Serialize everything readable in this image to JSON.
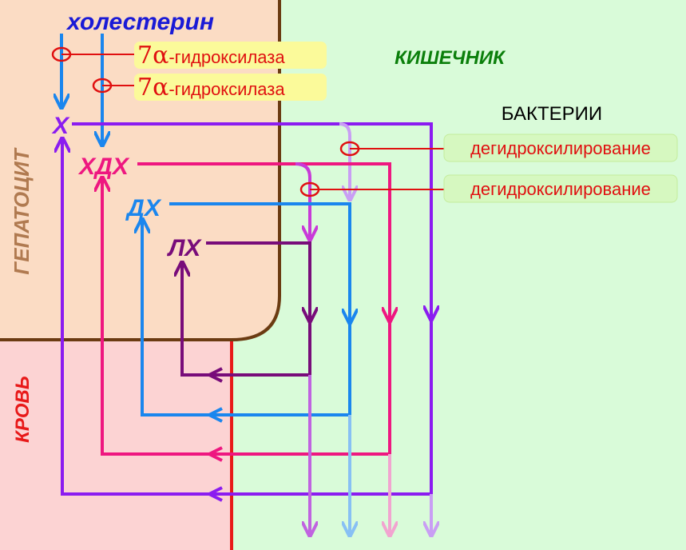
{
  "title": "холестерин",
  "zones": {
    "hepatocyte": "ГЕПАТОЦИТ",
    "blood": "КРОВЬ",
    "intestine": "КИШЕЧНИК",
    "bacteria": "БАКТЕРИИ"
  },
  "compounds": {
    "x": "Х",
    "hdx": "ХДХ",
    "dx": "ДХ",
    "lx": "ЛХ"
  },
  "enzymes": {
    "hydroxylase_prefix": "7α",
    "hydroxylase_suffix": "-гидроксилаза",
    "dehydroxylation": "дегидроксилирование"
  },
  "colors": {
    "hepatocyte_bg": "#fbdcc4",
    "blood_bg": "#fcd3d3",
    "intestine_bg": "#d9fbd9",
    "membrane": "#6b3b12",
    "blood_border": "#e81919",
    "x_color": "#8b1cf0",
    "hdx_color": "#ee1780",
    "dx_color": "#1a86ee",
    "lx_color": "#780c7a",
    "x_light": "#c99ef4",
    "hdx_light": "#f2a4d0",
    "dx_light": "#88c0f4",
    "lx_light": "#c063e0",
    "enzyme_bg": "#fbfa9a",
    "deh_bg": "#d6f8c0",
    "title_color": "#1a1ad6",
    "intestine_text": "#0b7f0b",
    "inhibition": "#e01010"
  }
}
